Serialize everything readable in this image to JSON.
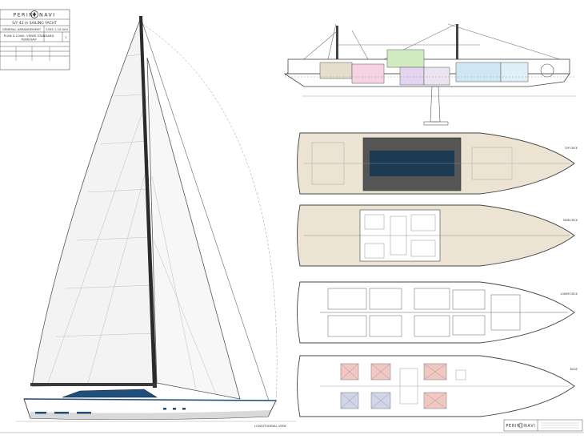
{
  "title_block": {
    "company": "PERINI NAVI",
    "project": "S/Y 42 m   SAILING YACHT",
    "drawing_title": "GENERAL ARRANGEMENT",
    "drawing_number": "2395.1.10.004",
    "drawing_subtitle": "PLAN & LONG. VIEWS STANDARD",
    "drawing_subtitle_2": "PERINI NAVI",
    "sheet": "1"
  },
  "profile_label": "LONGITUDINAL VIEW",
  "logo_bottom": "PERINI NAVI",
  "deck_labels": [
    "TOP DECK",
    "MAIN DECK",
    "LOWER DECK",
    "BILGE"
  ],
  "colors": {
    "line": "#4a4a4a",
    "sail_fill": "#f4f4f4",
    "hull_blue": "#1f4f7a",
    "deck_tan": "#ede3d3",
    "cockpit_dark": "#1c3a52",
    "cockpit_frame": "#555555",
    "tank_blue": "#cfe7f5",
    "pink": "#f6d3e3",
    "green": "#d2ecc2",
    "violet": "#e4d4f0",
    "bilge_red": "#f0c7c2",
    "bilge_blue": "#cfd6ea"
  }
}
